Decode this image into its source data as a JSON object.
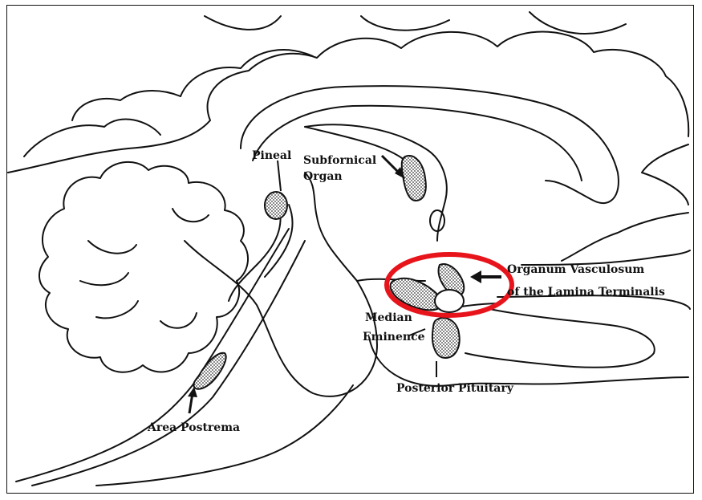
{
  "labels": {
    "pineal": "Pineal",
    "subfornical_line1": "Subfornical",
    "subfornical_line2": "Organ",
    "ovlt_line1": "Organum Vasculosum",
    "ovlt_line2": "of the Lamina Terminalis",
    "median_line1": "Median",
    "median_line2": "Eminence",
    "posterior_pituitary": "Posterior Pituitary",
    "area_postrema": "Area Postrema"
  },
  "colors": {
    "line": "#111111",
    "highlight": "#e8141b",
    "organ_fill": "#9a9a9a"
  }
}
